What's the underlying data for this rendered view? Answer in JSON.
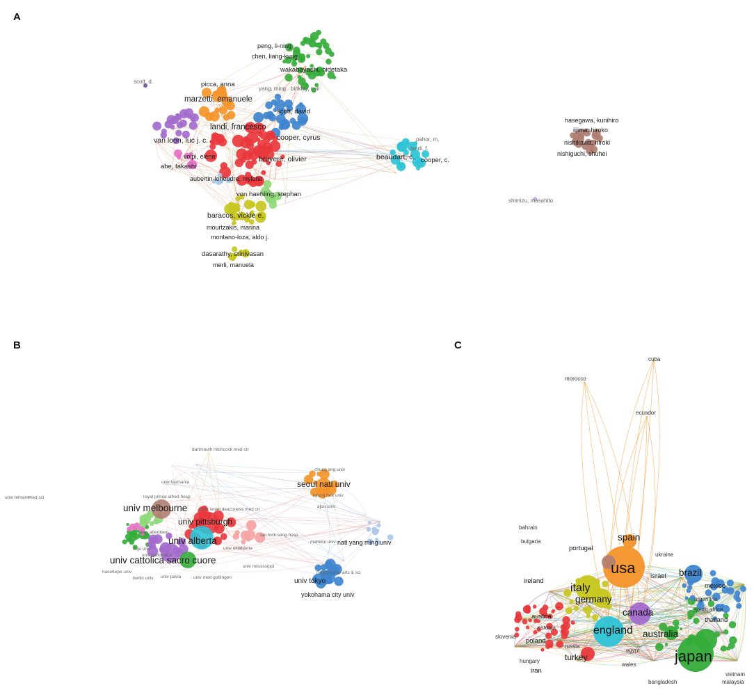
{
  "panels": {
    "a": {
      "letter": "A"
    },
    "b": {
      "letter": "B"
    },
    "c": {
      "letter": "C"
    }
  },
  "colors": {
    "red": "#e8383d",
    "green": "#36ac3b",
    "blue": "#3f85cf",
    "yellow": "#c7c720",
    "purple": "#a36ccd",
    "cyan": "#2ec4d6",
    "orange": "#f4942a",
    "brown": "#b07e72",
    "pink": "#e574c3",
    "lightgreen": "#8fd97b",
    "salmon": "#f5a3a3",
    "lightblue": "#a9c7ea",
    "darkpurple": "#7e5aa8",
    "lightpurple": "#c9b3e8",
    "teal": "#47b9b0",
    "gold": "#e6c23a",
    "grey": "#bfbfbf"
  },
  "chart_data": [
    {
      "type": "network",
      "panel": "A",
      "nodes": [
        {
          "label": "peng, li-ning",
          "cluster": "green",
          "weight": 1
        },
        {
          "label": "chen, liang-kung",
          "cluster": "green",
          "weight": 1
        },
        {
          "label": "wakabayashi, hidetaka",
          "cluster": "green",
          "weight": 2
        },
        {
          "label": "yang, ming",
          "cluster": "green",
          "weight": 0
        },
        {
          "label": "binkley, neil",
          "cluster": "green",
          "weight": 0
        },
        {
          "label": "scott, d.",
          "cluster": "darkpurple",
          "weight": 0
        },
        {
          "label": "picca, anna",
          "cluster": "orange",
          "weight": 2
        },
        {
          "label": "marzetti, emanuele",
          "cluster": "orange",
          "weight": 4
        },
        {
          "label": "scott, david",
          "cluster": "blue",
          "weight": 2
        },
        {
          "label": "landi, francesco",
          "cluster": "blue",
          "weight": 4
        },
        {
          "label": "van loon, luc j. c.",
          "cluster": "purple",
          "weight": 3
        },
        {
          "label": "cooper, cyrus",
          "cluster": "red",
          "weight": 3
        },
        {
          "label": "volpi, elena",
          "cluster": "pink",
          "weight": 1
        },
        {
          "label": "bruyere, olivier",
          "cluster": "red",
          "weight": 3
        },
        {
          "label": "abe, takashi",
          "cluster": "pink",
          "weight": 2
        },
        {
          "label": "aubertin-leheudre, mylene",
          "cluster": "lightblue",
          "weight": 1
        },
        {
          "label": "beaudart, c.",
          "cluster": "cyan",
          "weight": 3
        },
        {
          "label": "cooper, c.",
          "cluster": "cyan",
          "weight": 2
        },
        {
          "label": "landi, f.",
          "cluster": "cyan",
          "weight": 0
        },
        {
          "label": "pahor, m.",
          "cluster": "cyan",
          "weight": 0
        },
        {
          "label": "von haehling, stephan",
          "cluster": "lightgreen",
          "weight": 2
        },
        {
          "label": "baracos, vickie e.",
          "cluster": "yellow",
          "weight": 3
        },
        {
          "label": "mourtzakis, marina",
          "cluster": "yellow",
          "weight": 1
        },
        {
          "label": "montano-loza, aldo j.",
          "cluster": "yellow",
          "weight": 1
        },
        {
          "label": "dasarathy, srinivasan",
          "cluster": "yellow",
          "weight": 2
        },
        {
          "label": "merli, manuela",
          "cluster": "yellow",
          "weight": 1
        },
        {
          "label": "hasegawa, kunihiro",
          "cluster": "brown",
          "weight": 1
        },
        {
          "label": "iijima, hiroko",
          "cluster": "brown",
          "weight": 1
        },
        {
          "label": "nishikawa, hiroki",
          "cluster": "brown",
          "weight": 1
        },
        {
          "label": "nishiguchi, shuhei",
          "cluster": "brown",
          "weight": 1
        },
        {
          "label": "shimizu, masahito",
          "cluster": "lightpurple",
          "weight": 0
        }
      ]
    },
    {
      "type": "network",
      "panel": "B",
      "nodes": [
        {
          "label": "univ tehran med sci",
          "cluster": "grey",
          "weight": 0
        },
        {
          "label": "dartmouth hitchcock med ctr",
          "cluster": "gold",
          "weight": 0
        },
        {
          "label": "univ tasmania",
          "cluster": "brown",
          "weight": 0
        },
        {
          "label": "royal prince alfred hosp",
          "cluster": "brown",
          "weight": 0
        },
        {
          "label": "univ melbourne",
          "cluster": "brown",
          "weight": 4
        },
        {
          "label": "beth israel deaconess med ctr",
          "cluster": "red",
          "weight": 0
        },
        {
          "label": "univ pittsburgh",
          "cluster": "red",
          "weight": 3
        },
        {
          "label": "univ alberta",
          "cluster": "cyan",
          "weight": 4
        },
        {
          "label": "univ aberdeen",
          "cluster": "lightgreen",
          "weight": 0
        },
        {
          "label": "vrije univ",
          "cluster": "lightgreen",
          "weight": 0
        },
        {
          "label": "univ toulouse 3",
          "cluster": "pink",
          "weight": 0
        },
        {
          "label": "univ cattolica sacro cuore",
          "cluster": "green",
          "weight": 4
        },
        {
          "label": "hacettepe univ",
          "cluster": "green",
          "weight": 0
        },
        {
          "label": "berlin univ",
          "cluster": "green",
          "weight": 0
        },
        {
          "label": "univ pavia",
          "cluster": "purple",
          "weight": 0
        },
        {
          "label": "univ med gottingen",
          "cluster": "green",
          "weight": 0
        },
        {
          "label": "tan tock seng hosp",
          "cluster": "salmon",
          "weight": 0
        },
        {
          "label": "univ oklahoma",
          "cluster": "salmon",
          "weight": 0
        },
        {
          "label": "univ mississippi",
          "cluster": "salmon",
          "weight": 0
        },
        {
          "label": "chung ang univ",
          "cluster": "orange",
          "weight": 0
        },
        {
          "label": "seoul natl univ",
          "cluster": "orange",
          "weight": 3
        },
        {
          "label": "kyung hee univ",
          "cluster": "orange",
          "weight": 0
        },
        {
          "label": "ajou univ",
          "cluster": "orange",
          "weight": 0
        },
        {
          "label": "mahidol univ",
          "cluster": "blue",
          "weight": 0
        },
        {
          "label": "natl yang ming univ",
          "cluster": "lightblue",
          "weight": 1
        },
        {
          "label": "nagoya univ arts & sci",
          "cluster": "blue",
          "weight": 0
        },
        {
          "label": "univ tokyo",
          "cluster": "blue",
          "weight": 2
        },
        {
          "label": "yokohama city univ",
          "cluster": "blue",
          "weight": 1
        }
      ]
    },
    {
      "type": "network",
      "panel": "C",
      "nodes": [
        {
          "label": "cuba",
          "cluster": "orange",
          "weight": 0
        },
        {
          "label": "morocco",
          "cluster": "orange",
          "weight": 0
        },
        {
          "label": "ecuador",
          "cluster": "orange",
          "weight": 0
        },
        {
          "label": "bahrain",
          "cluster": "yellow",
          "weight": 0
        },
        {
          "label": "bulgaria",
          "cluster": "yellow",
          "weight": 0
        },
        {
          "label": "spain",
          "cluster": "orange",
          "weight": 3
        },
        {
          "label": "portugal",
          "cluster": "yellow",
          "weight": 1
        },
        {
          "label": "ukraine",
          "cluster": "blue",
          "weight": 0
        },
        {
          "label": "usa",
          "cluster": "orange",
          "weight": 5
        },
        {
          "label": "brazil",
          "cluster": "blue",
          "weight": 3
        },
        {
          "label": "israel",
          "cluster": "blue",
          "weight": 1
        },
        {
          "label": "ireland",
          "cluster": "cyan",
          "weight": 1
        },
        {
          "label": "mexico",
          "cluster": "blue",
          "weight": 1
        },
        {
          "label": "italy",
          "cluster": "yellow",
          "weight": 4
        },
        {
          "label": "germany",
          "cluster": "yellow",
          "weight": 3
        },
        {
          "label": "argentina",
          "cluster": "blue",
          "weight": 0
        },
        {
          "label": "canada",
          "cluster": "purple",
          "weight": 3
        },
        {
          "label": "south africa",
          "cluster": "blue",
          "weight": 0
        },
        {
          "label": "thailand",
          "cluster": "blue",
          "weight": 1
        },
        {
          "label": "austria",
          "cluster": "red",
          "weight": 1
        },
        {
          "label": "estonia",
          "cluster": "red",
          "weight": 0
        },
        {
          "label": "england",
          "cluster": "cyan",
          "weight": 4
        },
        {
          "label": "australia",
          "cluster": "green",
          "weight": 3
        },
        {
          "label": "slovenia",
          "cluster": "red",
          "weight": 0
        },
        {
          "label": "poland",
          "cluster": "red",
          "weight": 1
        },
        {
          "label": "russia",
          "cluster": "red",
          "weight": 0
        },
        {
          "label": "egypt",
          "cluster": "green",
          "weight": 0
        },
        {
          "label": "japan",
          "cluster": "green",
          "weight": 5
        },
        {
          "label": "turkey",
          "cluster": "red",
          "weight": 2
        },
        {
          "label": "wales",
          "cluster": "green",
          "weight": 0
        },
        {
          "label": "hungary",
          "cluster": "red",
          "weight": 0
        },
        {
          "label": "iran",
          "cluster": "red",
          "weight": 1
        },
        {
          "label": "bangladesh",
          "cluster": "green",
          "weight": 0
        },
        {
          "label": "vietnam",
          "cluster": "green",
          "weight": 0
        },
        {
          "label": "malaysia",
          "cluster": "green",
          "weight": 0
        }
      ]
    }
  ]
}
